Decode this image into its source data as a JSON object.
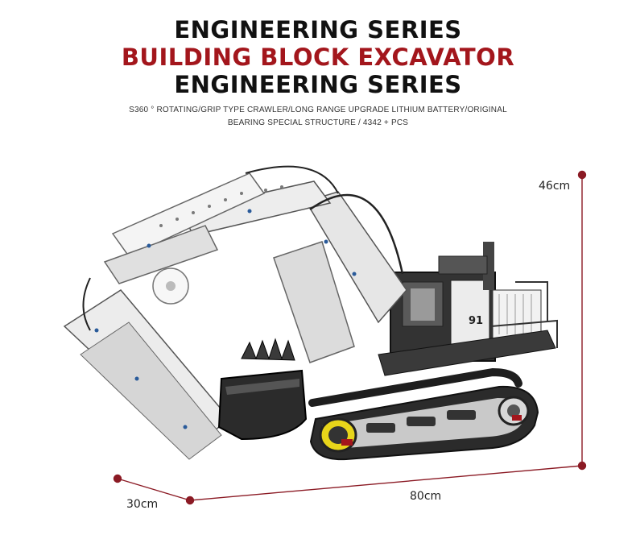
{
  "header": {
    "title_line1": "ENGINEERING SERIES",
    "title_line2": "BUILDING BLOCK EXCAVATOR",
    "title_line3": "ENGINEERING SERIES",
    "subtitle_line1": "S360 ° ROTATING/GRIP TYPE CRAWLER/LONG RANGE UPGRADE LITHIUM BATTERY/ORIGINAL",
    "subtitle_line2": "BEARING SPECIAL STRUCTURE / 4342 + PCS"
  },
  "dimensions": {
    "height": "46cm",
    "length": "80cm",
    "width": "30cm"
  },
  "product": {
    "cab_number": "91"
  },
  "colors": {
    "accent_red": "#a3161c",
    "text_dark": "#111111",
    "dimension_line": "#8b1a24"
  }
}
